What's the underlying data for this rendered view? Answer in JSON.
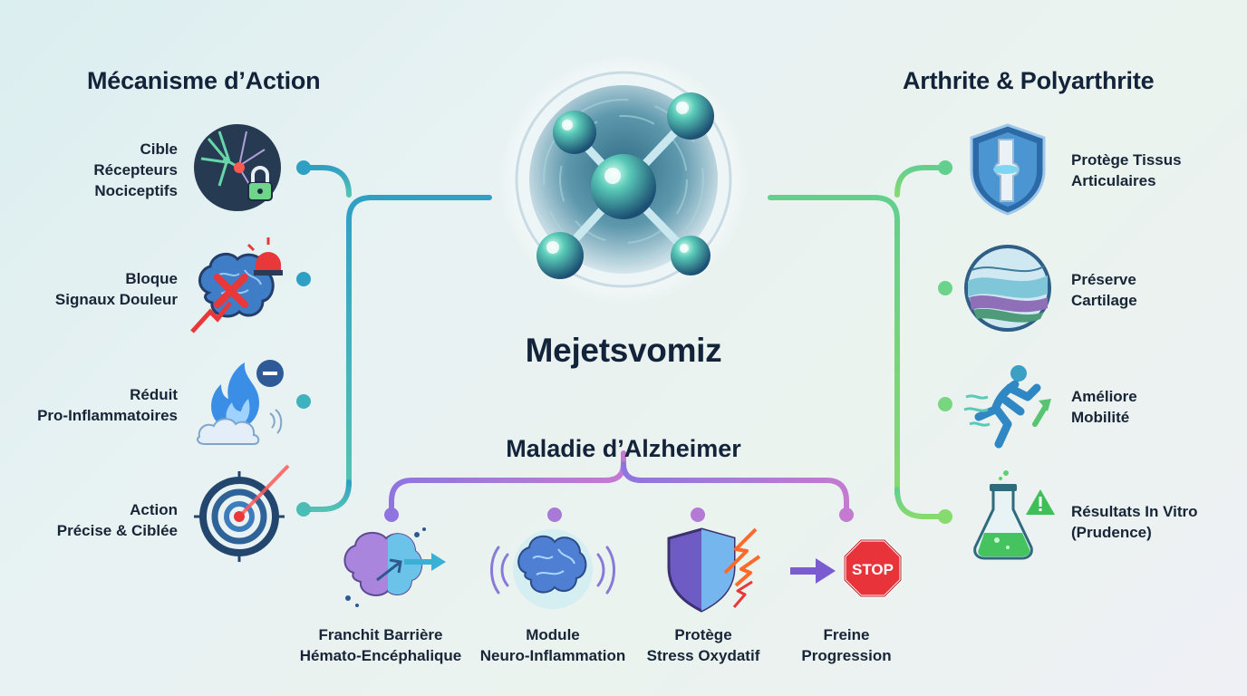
{
  "hub": {
    "name": "Mejetsvomiz",
    "icon": "molecule-icon"
  },
  "left_section": {
    "title": "Mécanisme d’Action",
    "color": "#3ba7c4",
    "items": [
      {
        "line1": "Cible",
        "line2": "Récepteurs",
        "line3": "Nociceptifs",
        "icon": "neuron-lock-icon"
      },
      {
        "line1": "Bloque",
        "line2": "Signaux Douleur",
        "line3": "",
        "icon": "brain-alarm-icon"
      },
      {
        "line1": "Réduit",
        "line2": "Pro-Inflammatoires",
        "line3": "",
        "icon": "flame-minus-icon"
      },
      {
        "line1": "Action",
        "line2": "Précise & Ciblée",
        "line3": "",
        "icon": "target-icon"
      }
    ]
  },
  "right_section": {
    "title": "Arthrite & Polyarthrite",
    "color": "#6fd47a",
    "items": [
      {
        "line1": "Protège Tissus",
        "line2": "Articulaires",
        "icon": "knee-shield-icon"
      },
      {
        "line1": "Préserve",
        "line2": "Cartilage",
        "icon": "cartilage-icon"
      },
      {
        "line1": "Améliore",
        "line2": "Mobilité",
        "icon": "runner-icon"
      },
      {
        "line1": "Résultats In Vitro",
        "line2": "(Prudence)",
        "icon": "flask-warning-icon"
      }
    ]
  },
  "bottom_section": {
    "title": "Maladie d’Alzheimer",
    "color": "#a77ad8",
    "items": [
      {
        "line1": "Franchit Barrière",
        "line2": "Hémato-Encéphalique",
        "icon": "brain-barrier-icon"
      },
      {
        "line1": "Module",
        "line2": "Neuro-Inflammation",
        "icon": "brain-waves-icon"
      },
      {
        "line1": "Protège",
        "line2": "Stress Oxydatif",
        "icon": "shield-lightning-icon"
      },
      {
        "line1": "Freine",
        "line2": "Progression",
        "icon": "stop-sign-icon",
        "sign_text": "STOP"
      }
    ]
  }
}
